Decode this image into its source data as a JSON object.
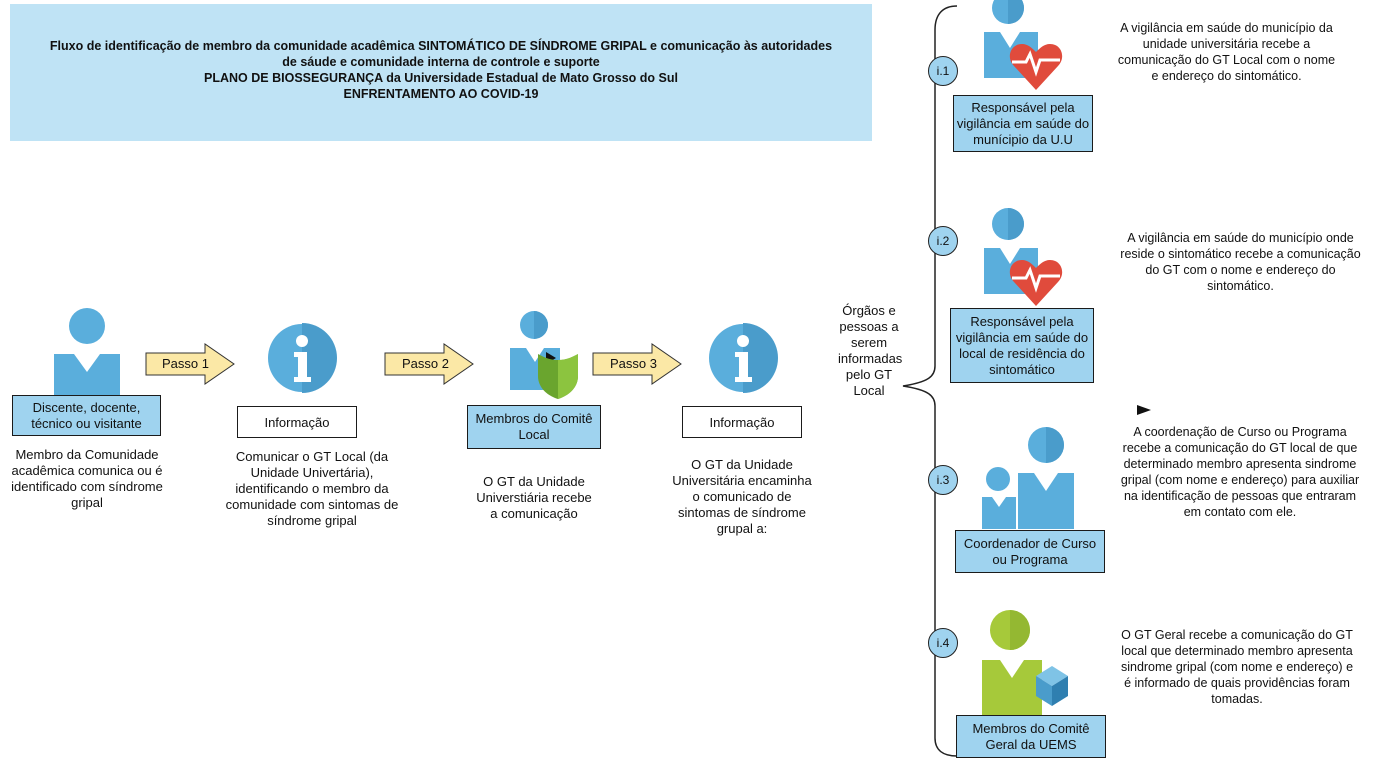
{
  "header": {
    "line1": "Fluxo de identificação de membro da comunidade acadêmica SINTOMÁTICO DE SÍNDROME GRIPAL e comunicação às autoridades",
    "line2": "de sáude e comunidade interna de controle e suporte",
    "line3": "PLANO DE BIOSSEGURANÇA da Universidade Estadual de Mato Grosso do Sul",
    "line4": "ENFRENTAMENTO AO COVID-19"
  },
  "flow": {
    "actor1_label": "Discente, docente, técnico ou visitante",
    "actor1_desc": "Membro da Comunidade acadêmica comunica ou é identificado com síndrome gripal",
    "step1": "Passo 1",
    "info1_label": "Informação",
    "info1_desc": "Comunicar o GT Local (da Unidade Univertária), identificando o membro da comunidade com sintomas de síndrome gripal",
    "step2": "Passo 2",
    "committee_label": "Membros do Comitê Local",
    "committee_desc": "O GT da Unidade Universtiária recebe a comunicação",
    "step3": "Passo 3",
    "info2_label": "Informação",
    "info2_desc": "O GT da Unidade Universitária encaminha o comunicado de sintomas de síndrome grupal a:",
    "organs_text": "Órgãos e pessoas a serem informadas pelo GT Local"
  },
  "targets": [
    {
      "badge": "i.1",
      "label": "Responsável pela vigilância em saúde do munícipio da U.U",
      "desc": "A vigilância em saúde do município da unidade universitária recebe a comunicação do GT Local com o nome e endereço do sintomático."
    },
    {
      "badge": "i.2",
      "label": "Responsável pela vigilância em saúde do local de residência do sintomático",
      "desc": "A vigilância em saúde do município onde reside o sintomático recebe a comunicação do GT com o nome e endereço do sintomático."
    },
    {
      "badge": "i.3",
      "label": "Coordenador de Curso ou Programa",
      "desc": "A coordenação de Curso ou Programa recebe a comunicação do GT local de que determinado membro apresenta sindrome gripal (com nome e endereço) para auxiliar na identificação de pessoas que entraram em contato com ele."
    },
    {
      "badge": "i.4",
      "label": "Membros do Comitê Geral da UEMS",
      "desc": "O GT Geral recebe a comunicação do GT local que determinado membro apresenta sindrome gripal (com nome e endereço) e é informado de quais providências foram tomadas."
    }
  ],
  "colors": {
    "header_bg": "#bfe3f5",
    "label_blue": "#9fd3ef",
    "person_blue": "#5aaedc",
    "arrow_fill": "#fbe8a6",
    "heart_red": "#e04b3c",
    "shield_green": "#6aa52e",
    "green_person": "#a6c93a"
  }
}
